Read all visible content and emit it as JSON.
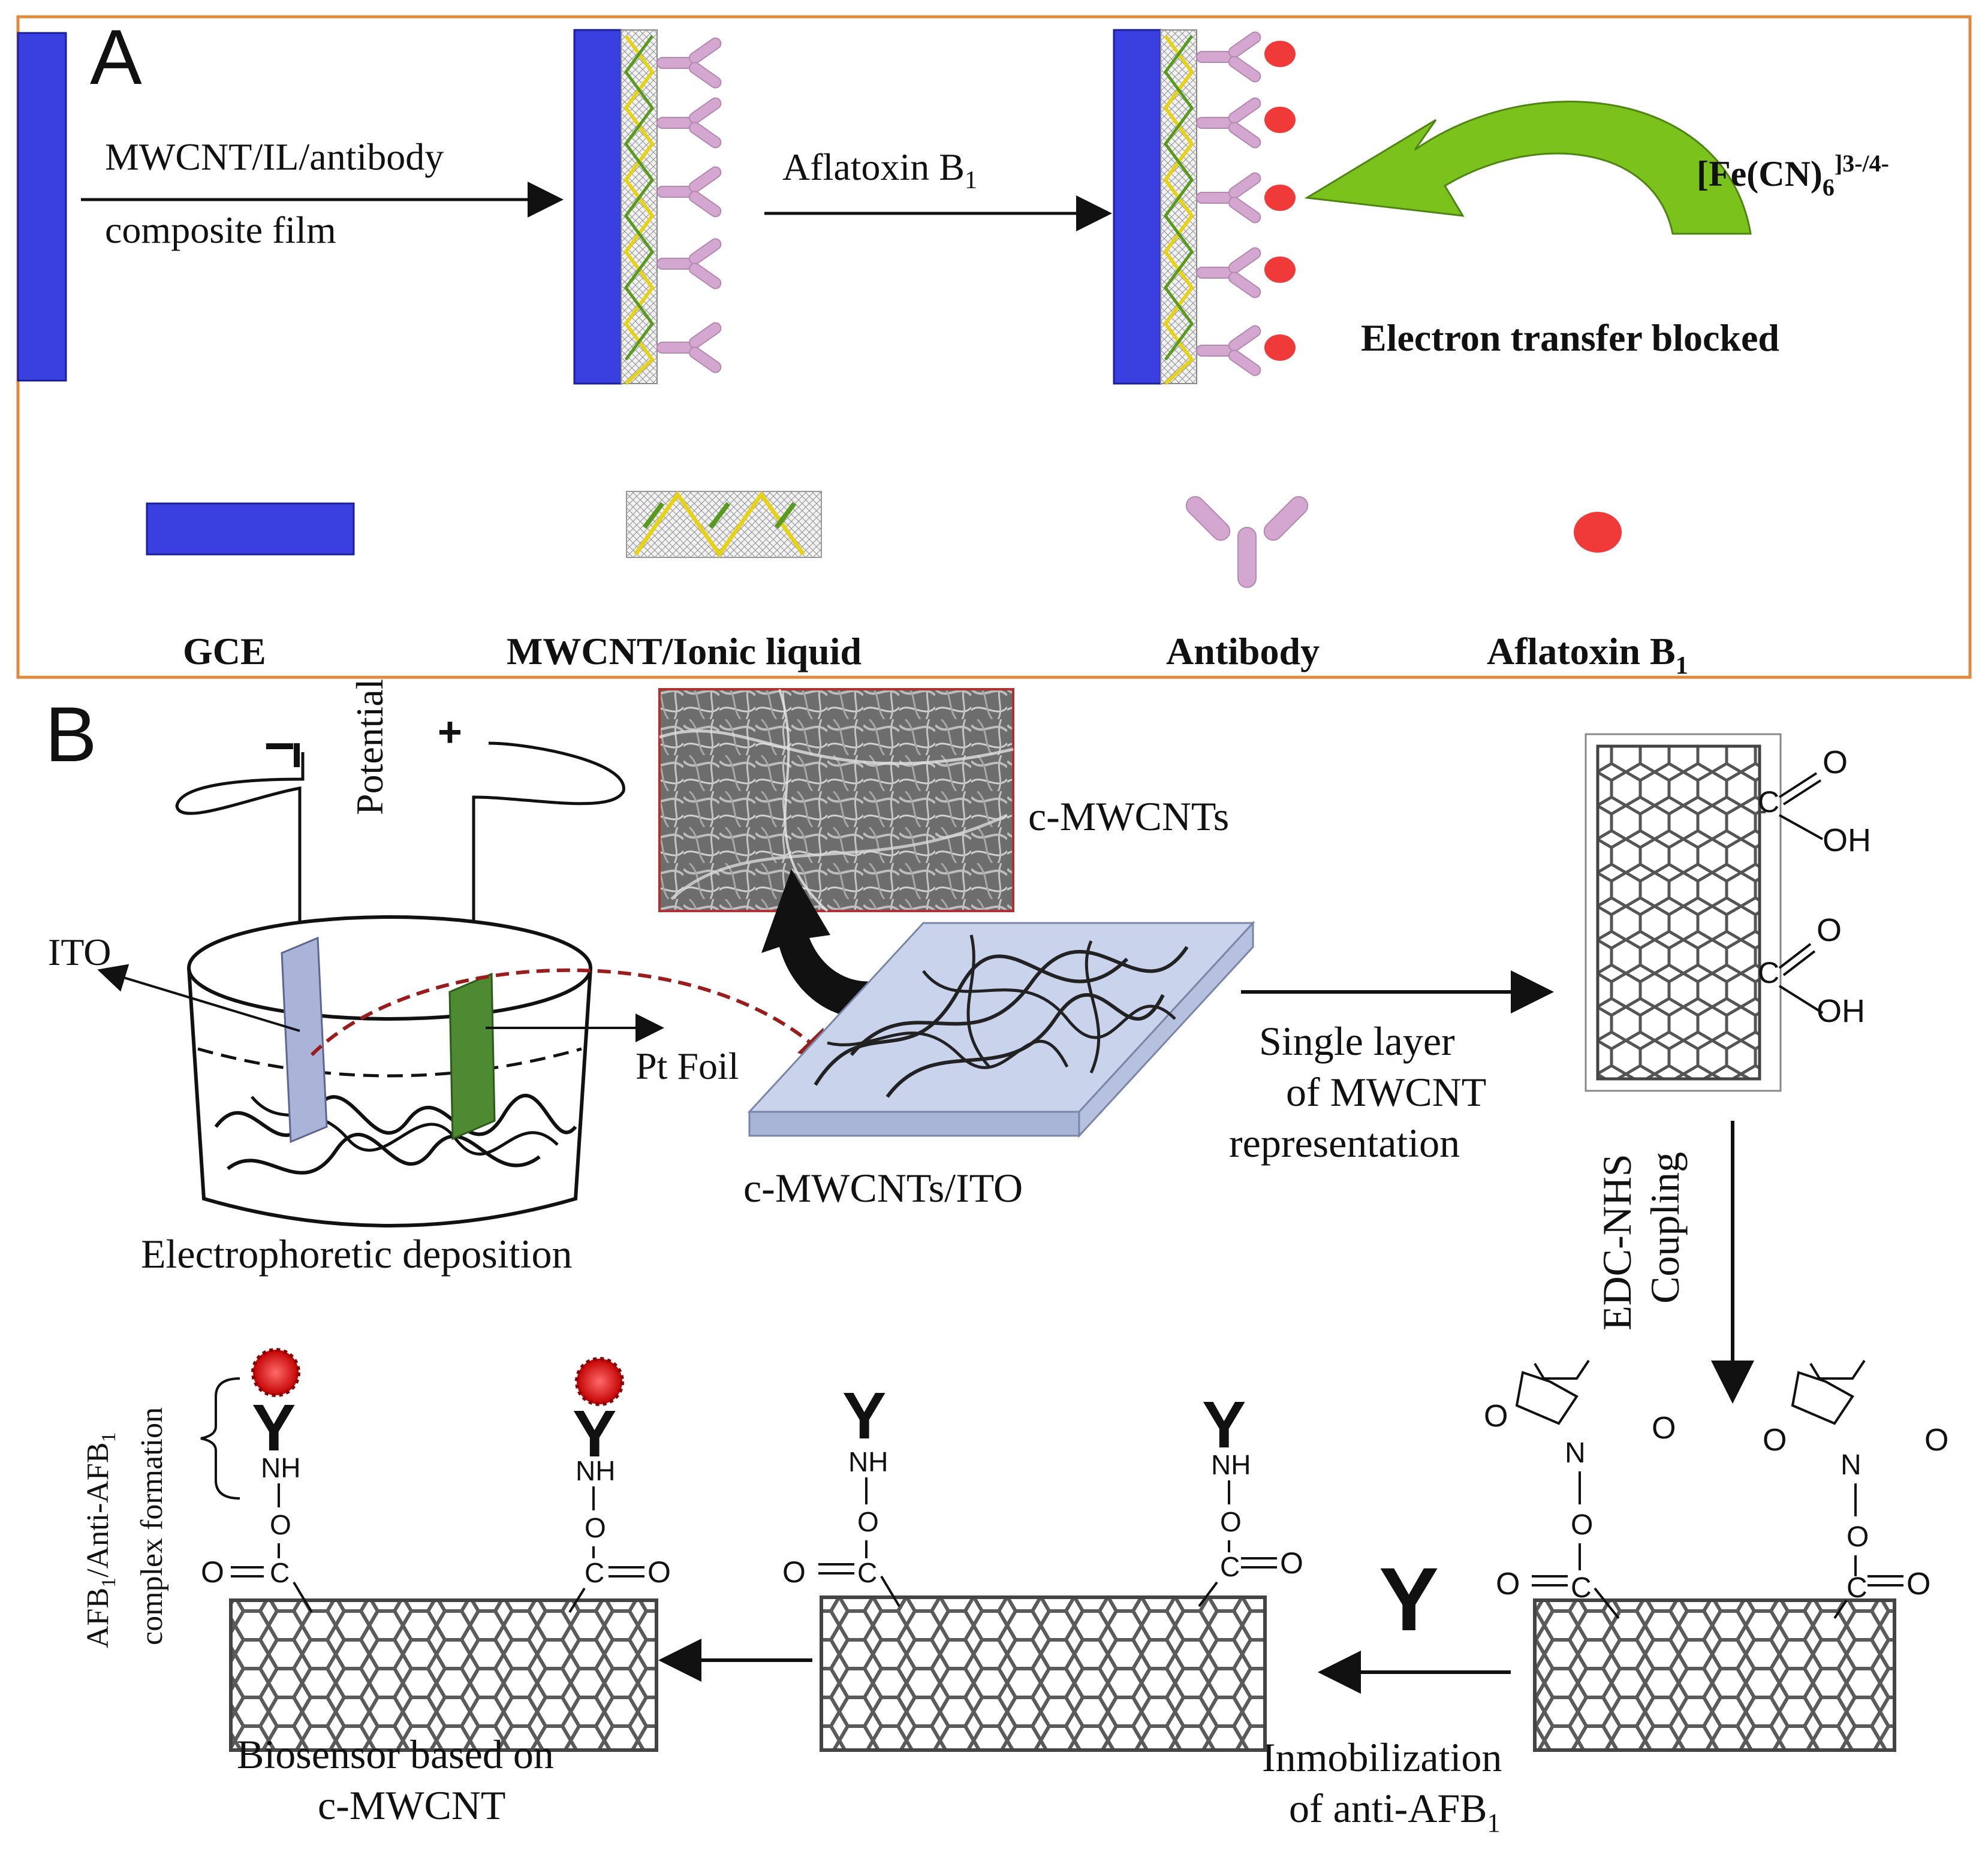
{
  "panelA": {
    "letter": "A",
    "arrow1_top": "MWCNT/IL/antibody",
    "arrow1_bottom": "composite film",
    "arrow2": "Aflatoxin B",
    "arrow2_sub": "1",
    "redox_probe_main": "[Fe(CN)",
    "redox_probe_sub": "6",
    "redox_probe_sup": "]3-/4-",
    "blocked": "Electron transfer blocked",
    "legend": {
      "gce": "GCE",
      "mwcnt": "MWCNT/Ionic liquid",
      "antibody": "Antibody",
      "aflatoxin": "Aflatoxin B",
      "aflatoxin_sub": "1"
    }
  },
  "panelB": {
    "letter": "B",
    "minus": "−",
    "plus": "+",
    "potential": "Potential",
    "ito": "ITO",
    "pt_foil": "Pt Foil",
    "epd": "Electrophoretic deposition",
    "cmwcnts": "c-MWCNTs",
    "cmwcnts_ito": "c-MWCNTs/ITO",
    "single_layer_1": "Single layer",
    "single_layer_2": "of MWCNT",
    "single_layer_3": "representation",
    "edc_1": "EDC-NHS",
    "edc_2": "Coupling",
    "cooh_o": "O",
    "cooh_c": "C",
    "cooh_oh": "OH",
    "nhs_o": "O",
    "nhs_n": "N",
    "nh": "NH",
    "ester_o": "O",
    "ester_c": "C",
    "antibody_glyph": "Y",
    "immob_1": "Inmobilization",
    "immob_2": "of anti-AFB",
    "immob_sub": "1",
    "biosensor_1": "Biosensor based on",
    "biosensor_2": "c-MWCNT",
    "complex_1a": "AFB",
    "complex_1b": "1",
    "complex_1c": "/Anti-AFB",
    "complex_1d": "1",
    "complex_2": "complex formation"
  },
  "colors": {
    "frameA": "#e08a3c",
    "gce": "#3a3fe0",
    "antibody": "#d4a7d0",
    "aflatoxin": "#f03a3a",
    "green_arrow": "#7cc21c",
    "tube_green": "#5a9a1e",
    "tube_yellow": "#e6d21a",
    "sem_frame": "#b03030",
    "dashed_red": "#9b1c1c",
    "ito_plate": "#aab4d8",
    "pt_plate": "#4e8a32",
    "slide": "#c9d3ec",
    "nanotube": "#555555"
  }
}
